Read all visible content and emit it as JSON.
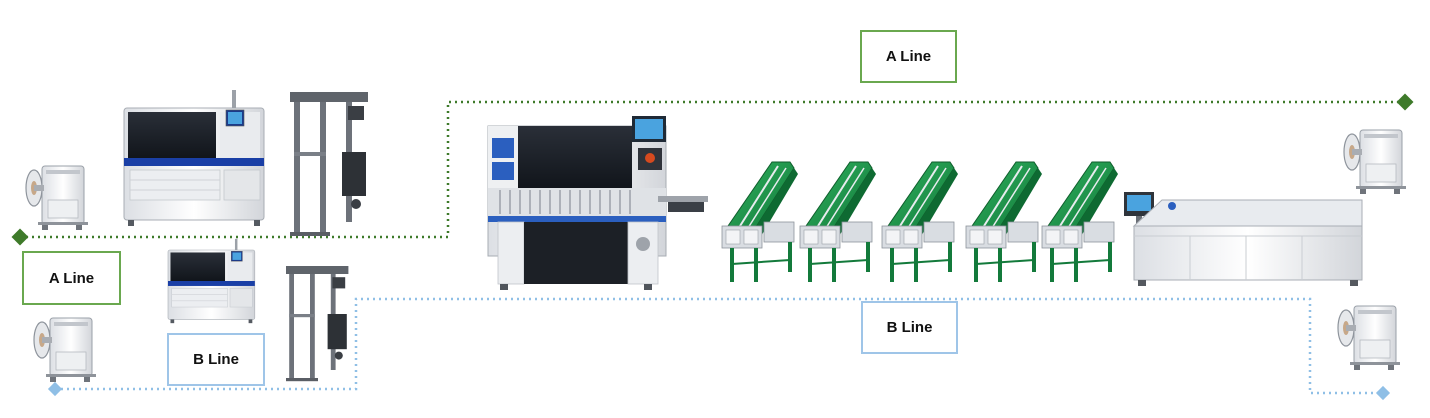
{
  "diagram": {
    "lines": [
      {
        "id": "a",
        "label": "A Line",
        "color": "#3e7a2a"
      },
      {
        "id": "b",
        "label": "B Line",
        "color": "#8fbfe6"
      }
    ],
    "labels": {
      "a_top": "A Line",
      "a_left": "A Line",
      "b_left": "B Line",
      "b_bottom": "B Line"
    },
    "equipment": [
      {
        "icon": "reel-unloader-icon"
      },
      {
        "icon": "stencil-printer-icon"
      },
      {
        "icon": "vertical-conveyor-icon"
      },
      {
        "icon": "pick-and-place-machine-icon"
      },
      {
        "icon": "inspection-conveyor-icon"
      },
      {
        "icon": "reflow-oven-icon"
      }
    ],
    "colors": {
      "a_line": "#3e7a2a",
      "b_line": "#8fbfe6",
      "a_box_border": "#6aa84f",
      "b_box_border": "#9fc5e8",
      "conveyor_green": "#1f8f4a",
      "machine_blue": "#1a3fa6"
    }
  }
}
